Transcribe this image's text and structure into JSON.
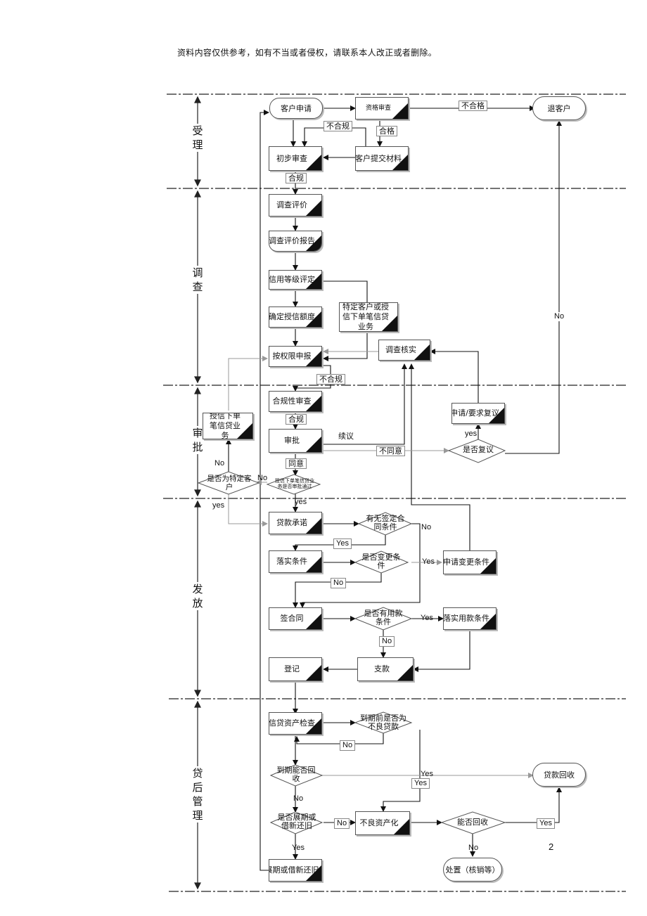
{
  "header_note": "资料内容仅供参考，如有不当或者侵权，请联系本人改正或者删除。",
  "page_number": "2",
  "lanes": {
    "accept": "受理",
    "investigate": "调查",
    "approve": "审批",
    "release": "发放",
    "postloan": "贷后管理"
  },
  "nodes": {
    "apply": "客户申请",
    "qualify": "资格审查",
    "reject_customer": "退客户",
    "prelim": "初步审查",
    "submit_materials": "客户提交材料",
    "survey": "调查评价",
    "survey_report": "调查评价报告",
    "credit_rating": "信用等级评定",
    "credit_limit": "确定授信额度",
    "special_customer": "特定客户或授信下单笔信贷业务",
    "verify": "调查核实",
    "report_auth": "按权限申报",
    "credit_single": "授信下单笔信贷业务",
    "compliance": "合规性审查",
    "request_review": "申请/要求复议",
    "approval": "审批",
    "review_q": "是否复议",
    "special_q": "是否为特定客户",
    "passed_q": "授信下单笔信贷业务是否审批通过",
    "loan_commit": "贷款承诺",
    "contract_cond_q": "有无签定合同条件",
    "implement": "落实条件",
    "change_q": "是否变更条件",
    "apply_change": "申请变更条件",
    "sign": "签合同",
    "usage_q": "是否有用款条件",
    "implement_usage": "落实用款条件",
    "register": "登记",
    "disburse": "支款",
    "asset_check": "信贷资产检查",
    "bad_q": "到期前是否为不良贷款",
    "due_q": "到期能否回收",
    "recovered": "贷款回收",
    "extend_q": "是否展期或借新还旧",
    "nonperforming": "不良资产化",
    "can_recover_q": "能否回收",
    "extend": "展期或借新还旧",
    "dispose": "处置（核销等）"
  },
  "edge_labels": {
    "unqualified": "不合格",
    "noncompliant1": "不合规",
    "qualified": "合格",
    "compliant1": "合规",
    "no_reject": "No",
    "noncompliant2": "不合规",
    "compliant2": "合规",
    "continue": "续议",
    "disagree": "不同意",
    "yes_review": "yes",
    "no_special": "No",
    "no_passed": "No",
    "agree": "同意",
    "yes_special": "yes",
    "yes_passed": "yes",
    "no_contract": "No",
    "yes_contract": "Yes",
    "yes_change": "Yes",
    "no_change": "No",
    "yes_usage": "Yes",
    "no_usage": "No",
    "no_bad": "No",
    "yes_due": "Yes",
    "yes_bad": "Yes",
    "no_due": "No",
    "no_extend": "No",
    "yes_extend": "Yes",
    "yes_recover": "Yes",
    "no_recover": "No"
  }
}
